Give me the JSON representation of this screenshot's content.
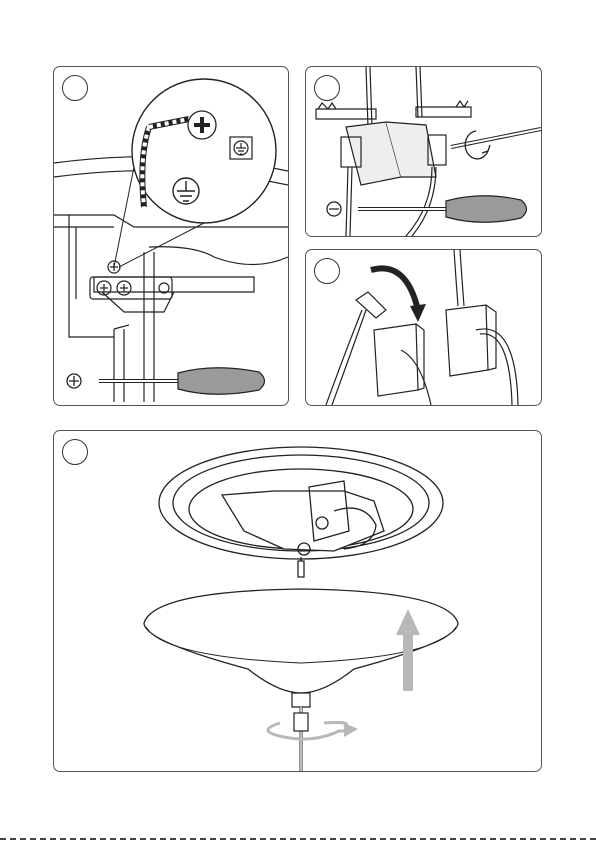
{
  "panels": [
    {
      "id": "step-1",
      "badge": "",
      "symbols": [
        "earth-ground-symbol",
        "plus-symbol"
      ],
      "tool": "screwdriver"
    },
    {
      "id": "step-2",
      "badge": "",
      "symbols": [
        "minus-symbol",
        "rotate-arrow"
      ],
      "tool": "screwdriver"
    },
    {
      "id": "step-3",
      "badge": "",
      "symbols": [
        "curved-arrow"
      ]
    },
    {
      "id": "step-4",
      "badge": "",
      "symbols": [
        "up-arrow",
        "twist-arrow"
      ]
    }
  ],
  "colors": {
    "line": "#222222",
    "grey_fill": "#9a9a9a",
    "light_fill": "#eeeeee",
    "arrow_grey": "#b8b8b8"
  }
}
